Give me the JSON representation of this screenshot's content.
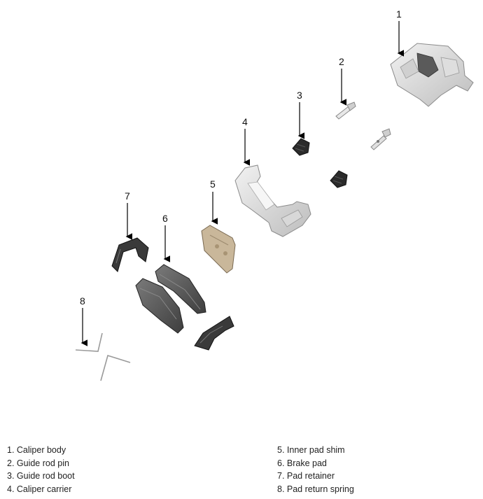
{
  "callouts": [
    "1",
    "2",
    "3",
    "4",
    "5",
    "6",
    "7",
    "8"
  ],
  "legend_left": [
    "1. Caliper body",
    "2. Guide rod pin",
    "3. Guide rod boot",
    "4. Caliper carrier"
  ],
  "legend_right": [
    "5. Inner pad shim",
    "6. Brake pad",
    "7. Pad retainer",
    "8. Pad return spring"
  ],
  "colors": {
    "metal_light": "#e4e4e4",
    "metal_mid": "#c8c8c8",
    "metal_dark": "#9a9a9a",
    "rubber": "#2b2b2b",
    "pad": "#5a5a5a",
    "shim": "#c9b79a",
    "arrow": "#000000"
  }
}
